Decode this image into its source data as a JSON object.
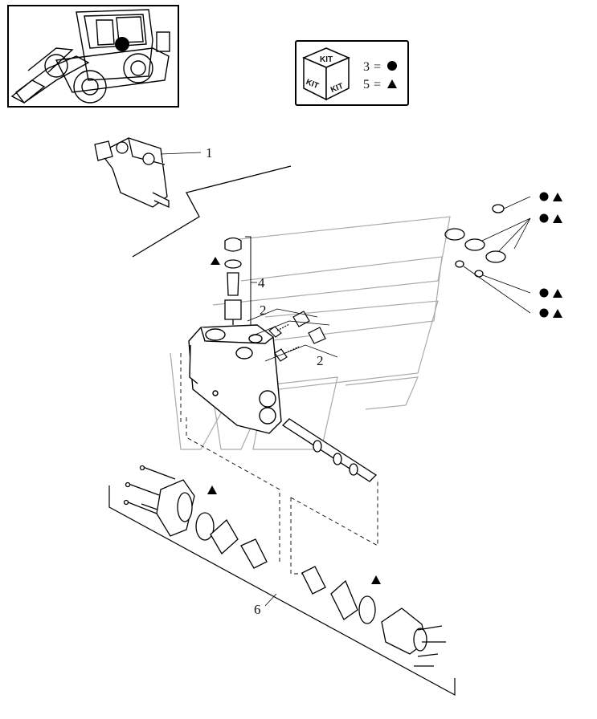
{
  "kit_legend": {
    "box_label": "KIT",
    "rows": [
      {
        "number": "3",
        "equals": "=",
        "symbol": "circle"
      },
      {
        "number": "5",
        "equals": "=",
        "symbol": "triangle"
      }
    ]
  },
  "callouts": {
    "part_1": "1",
    "part_2_upper": "2",
    "part_2_lower": "2",
    "part_4": "4",
    "part_6": "6"
  },
  "symbols": {
    "circle_color": "#000000",
    "triangle_color": "#000000"
  }
}
